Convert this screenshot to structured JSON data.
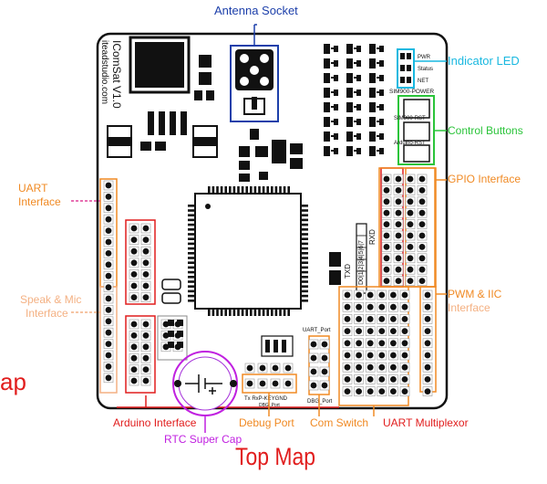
{
  "labels": {
    "antenna_socket": "Antenna Socket",
    "indicator_led": "Indicator LED",
    "control_buttons": "Control Buttons",
    "gpio_interface": "GPIO Interface",
    "uart_interface_1": "UART",
    "uart_interface_2": "Interface",
    "speak_mic_1": "Speak & Mic",
    "speak_mic_2": "Interface",
    "pwm_iic_1": "PWM & IIC",
    "pwm_iic_2": "Interface",
    "arduino_interface": "Arduino Interface",
    "rtc_super_cap": "RTC Super Cap",
    "debug_port": "Debug Port",
    "com_switch": "Com Switch",
    "uart_multiplexor": "UART Multiplexor",
    "top_map": "Top Map",
    "left_fragment": "ap"
  },
  "board": {
    "name": "IComSat V1.0",
    "website": "iteadstudio.com",
    "led_pwr": "PWR",
    "led_status": "Status",
    "led_net": "NET",
    "sim900_power": "SIM900-POWER",
    "sim900_rst": "SIM900-RST",
    "arduino_rst": "Arduino-RST",
    "uart_port": "UART_Port",
    "dbg_port": "DBG_Port",
    "debug_pins": "Tx  RxP-KEYGND",
    "debug_port_silk": "DBG_Port",
    "txd": "TXD",
    "rxd": "RXD",
    "d_numbers": "D0|1|2|3|4|5|6|7"
  },
  "colors": {
    "blue": "#1c3faa",
    "cyan": "#19b8e0",
    "green": "#2bc43a",
    "orange": "#f08a24",
    "peach": "#f4b183",
    "red": "#e11d1d",
    "magenta": "#c020e0",
    "purple": "#a42fd9",
    "pink_dash": "#e0409a",
    "dark": "#111111"
  }
}
